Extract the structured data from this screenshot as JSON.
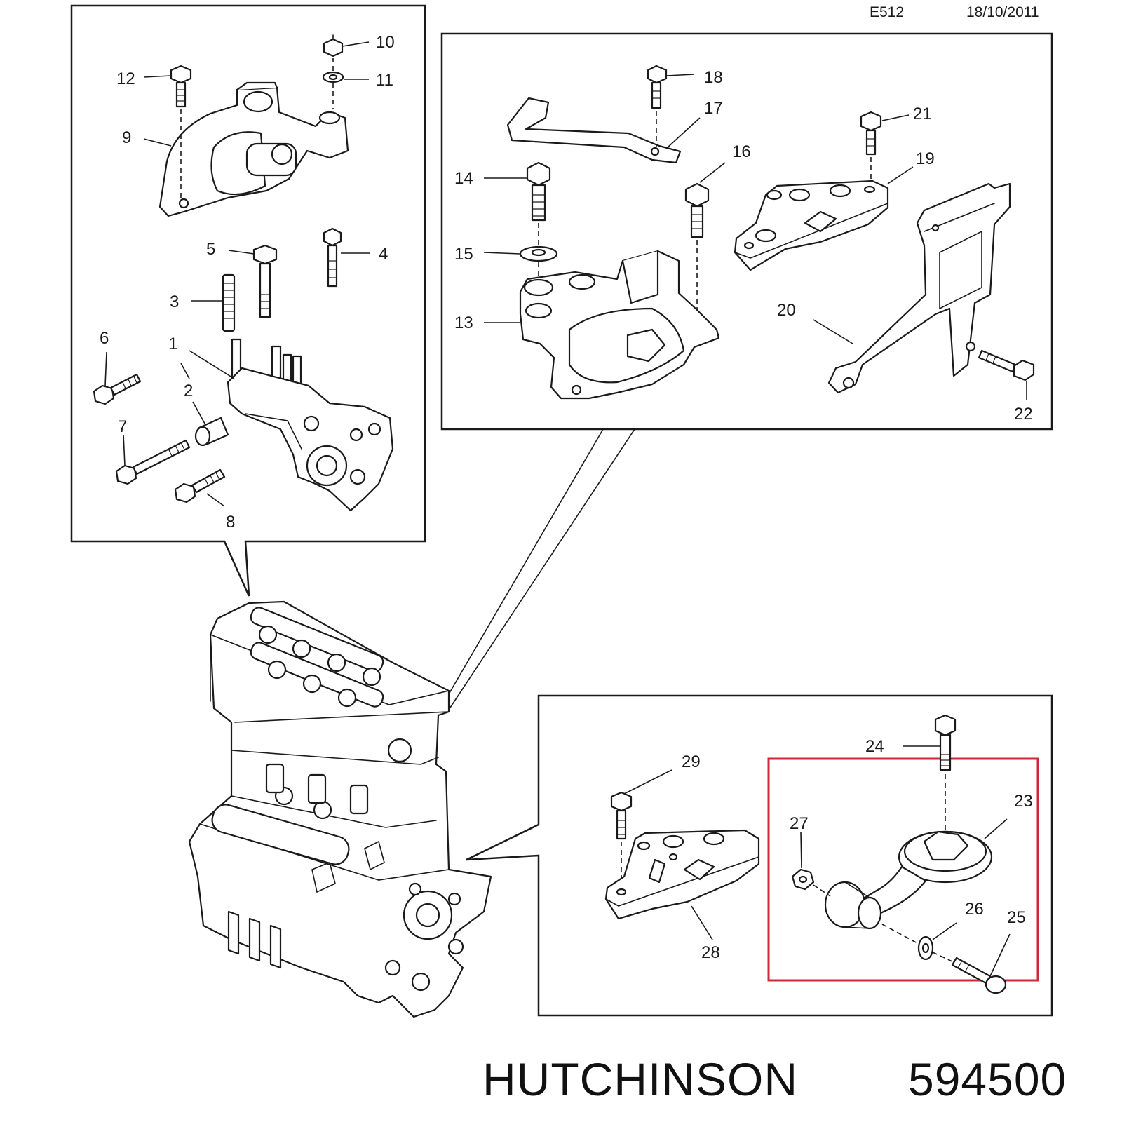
{
  "header": {
    "code": "E512",
    "date": "18/10/2011"
  },
  "footer": {
    "brand": "HUTCHINSON",
    "part_number": "594500"
  },
  "colors": {
    "highlight": "#cc2a36",
    "line": "#1a1a1a"
  },
  "callouts": {
    "c1": "1",
    "c2": "2",
    "c3": "3",
    "c4": "4",
    "c5": "5",
    "c6": "6",
    "c7": "7",
    "c8": "8",
    "c9": "9",
    "c10": "10",
    "c11": "11",
    "c12": "12",
    "c13": "13",
    "c14": "14",
    "c15": "15",
    "c16": "16",
    "c17": "17",
    "c18": "18",
    "c19": "19",
    "c20": "20",
    "c21": "21",
    "c22": "22",
    "c23": "23",
    "c24": "24",
    "c25": "25",
    "c26": "26",
    "c27": "27",
    "c28": "28",
    "c29": "29"
  }
}
